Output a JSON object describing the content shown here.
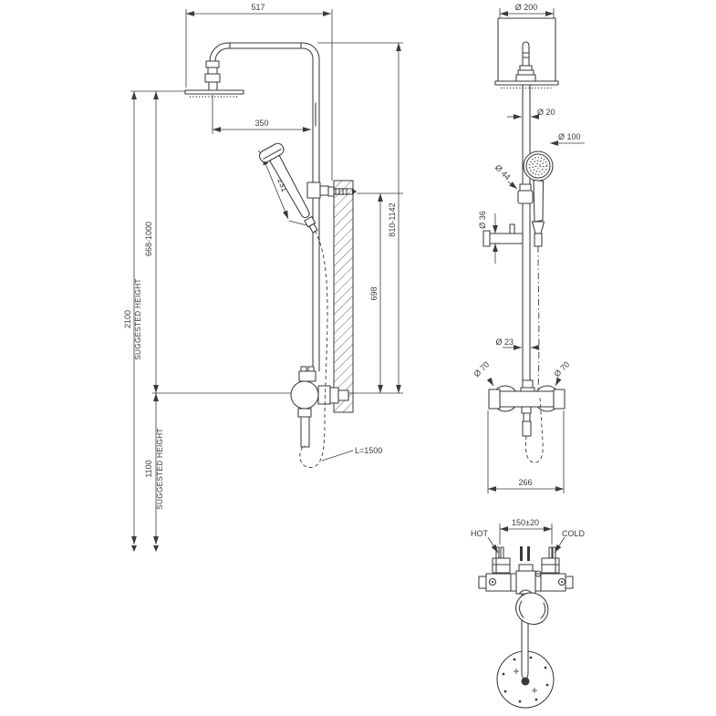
{
  "side_view": {
    "arm_reach": "517",
    "head_offset": "350",
    "handset_length": "231",
    "handset_height_range": "668-1000",
    "overall_height": "2100",
    "overall_height_note": "SUGGESTED HEIGHT",
    "valve_height": "1100",
    "valve_height_note": "SUGGESTED HEIGHT",
    "riser_adjust_range": "810-1142",
    "wall_bar_length": "698",
    "hose_length": "L=1500"
  },
  "front_view": {
    "head_diameter": "Ø 200",
    "top_pipe_diameter": "Ø 20",
    "handset_diameter": "Ø 100",
    "slider_diameter": "Ø 44",
    "wall_bracket_diameter": "Ø 36",
    "riser_diameter": "Ø 23",
    "left_trim_diameter": "Ø 70",
    "right_trim_diameter": "Ø 70",
    "valve_width": "266"
  },
  "top_view": {
    "hot_label": "HOT",
    "cold_label": "COLD",
    "supply_spacing": "150±20"
  }
}
